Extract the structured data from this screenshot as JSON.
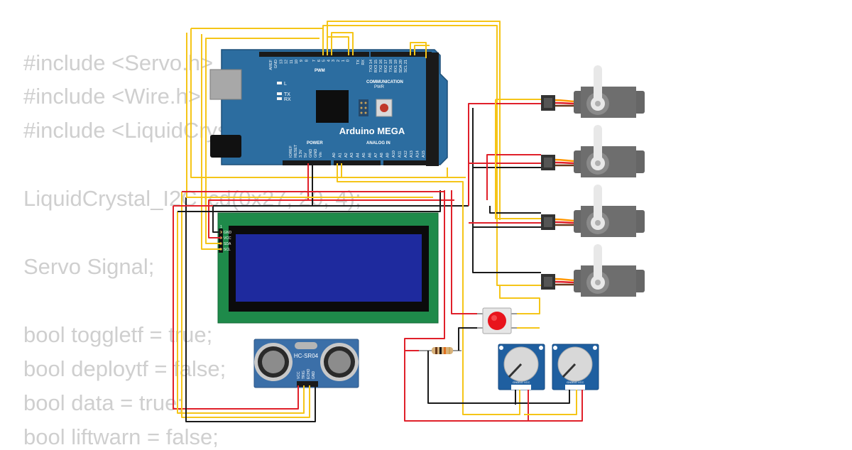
{
  "code": {
    "lines": [
      "#include <Servo.h>",
      "#include <Wire.h>",
      "#include <LiquidCrystal_I2C.h>",
      "",
      "LiquidCrystal_I2C lcd(0x27, 20, 4);",
      "",
      "Servo Signal;",
      "",
      "bool toggletf = true;",
      "bool deploytf = false;",
      "bool data = true;",
      "bool liftwarn = false;"
    ]
  },
  "arduino": {
    "name": "Arduino MEGA",
    "pwm_label": "PWM",
    "communication_label": "COMMUNICATION",
    "power_label": "POWER",
    "analog_label": "ANALOG IN",
    "pwr_label": "PWR",
    "led_l": "L",
    "led_tx": "TX",
    "led_rx": "RX",
    "top_left_pins": [
      "AREF",
      "GND",
      "13",
      "12",
      "11",
      "10",
      "9",
      "8"
    ],
    "top_pwm_pins": [
      "7",
      "6",
      "5",
      "4",
      "3",
      "2",
      "1",
      "0"
    ],
    "top_mid_pins": [
      "TX",
      "RX"
    ],
    "top_comm_pins": [
      "TX3 14",
      "RX3 15",
      "TX2 16",
      "RX2 17",
      "TX1 18",
      "RX1 19",
      "SDA 20",
      "SCL 21"
    ],
    "power_pins": [
      "IOREF",
      "RESET",
      "3.3V",
      "5V",
      "GND",
      "GND",
      "Vin"
    ],
    "analog_pins": [
      "A0",
      "A1",
      "A2",
      "A3",
      "A4",
      "A5",
      "A6",
      "A7",
      "A8",
      "A9",
      "A10",
      "A11",
      "A12",
      "A13",
      "A14",
      "A15"
    ]
  },
  "lcd": {
    "pin_labels": [
      "GND",
      "VCC",
      "SDA",
      "SCL"
    ],
    "pin_one": "1"
  },
  "ultrasonic": {
    "model": "HC-SR04",
    "pins": [
      "VCC",
      "TRIG",
      "ECHO",
      "GND"
    ]
  },
  "potentiometer": {
    "pins": [
      "GND",
      "SIG",
      "VCC"
    ]
  },
  "colors": {
    "board_blue": "#2c6da0",
    "wire_red": "#e0202a",
    "wire_black": "#1a1a1a",
    "wire_yellow": "#f5c518",
    "lcd_green": "#1e8a4a",
    "lcd_screen": "#1e2a9e",
    "sensor_blue": "#3b6fa8",
    "code_text": "#cfcfcf"
  }
}
